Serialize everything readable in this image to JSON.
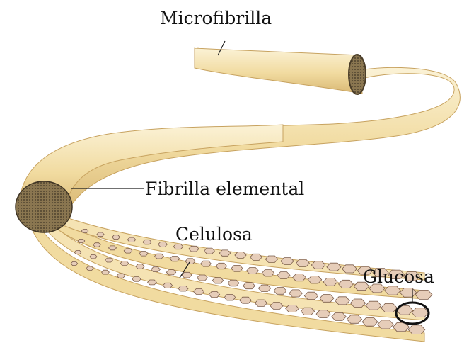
{
  "labels": {
    "microfibrilla": "Microfibrilla",
    "fibrilla_elemental": "Fibrilla elemental",
    "celulosa": "Celulosa",
    "glucosa": "Glucosa"
  },
  "colors": {
    "fiber_fill": "#f1dba0",
    "fiber_highlight": "#fbf2d6",
    "fiber_edge": "#c7a25f",
    "cross_section": "#6d5c3c",
    "hexagon_fill": "#e6cdb9",
    "hexagon_stroke": "#7a5c4a",
    "leader_line": "#1a1a1a"
  }
}
